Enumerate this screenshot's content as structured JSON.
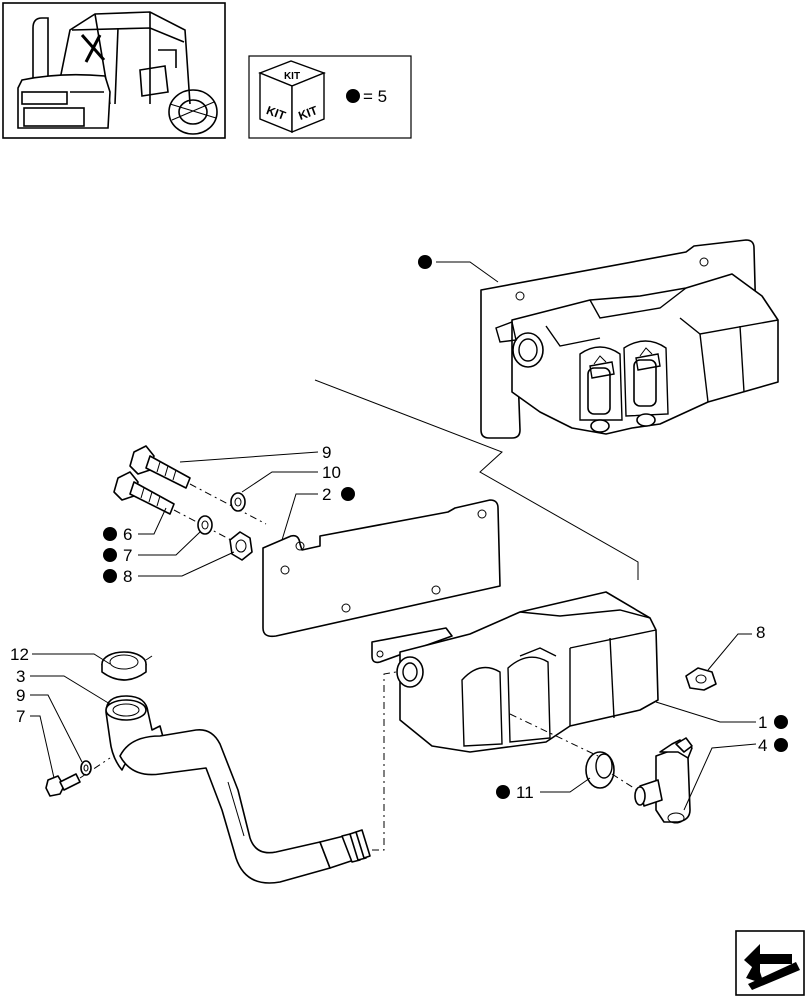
{
  "kit_box": {
    "kit_top": "KIT",
    "kit_left": "KIT",
    "kit_right": "KIT",
    "legend_text": "= 5"
  },
  "callouts": {
    "c1": "1",
    "c2": "2",
    "c3": "3",
    "c4": "4",
    "c6": "6",
    "c7a": "7",
    "c7b": "7",
    "c8a": "8",
    "c8b": "8",
    "c9a": "9",
    "c9b": "9",
    "c10": "10",
    "c11": "11",
    "c12": "12"
  },
  "colors": {
    "line": "#000000",
    "background": "#ffffff"
  },
  "icons": [
    "tractor-cab-thumbnail",
    "kit-cube-icon",
    "kit-bullet-icon",
    "next-page-arrow-icon"
  ]
}
